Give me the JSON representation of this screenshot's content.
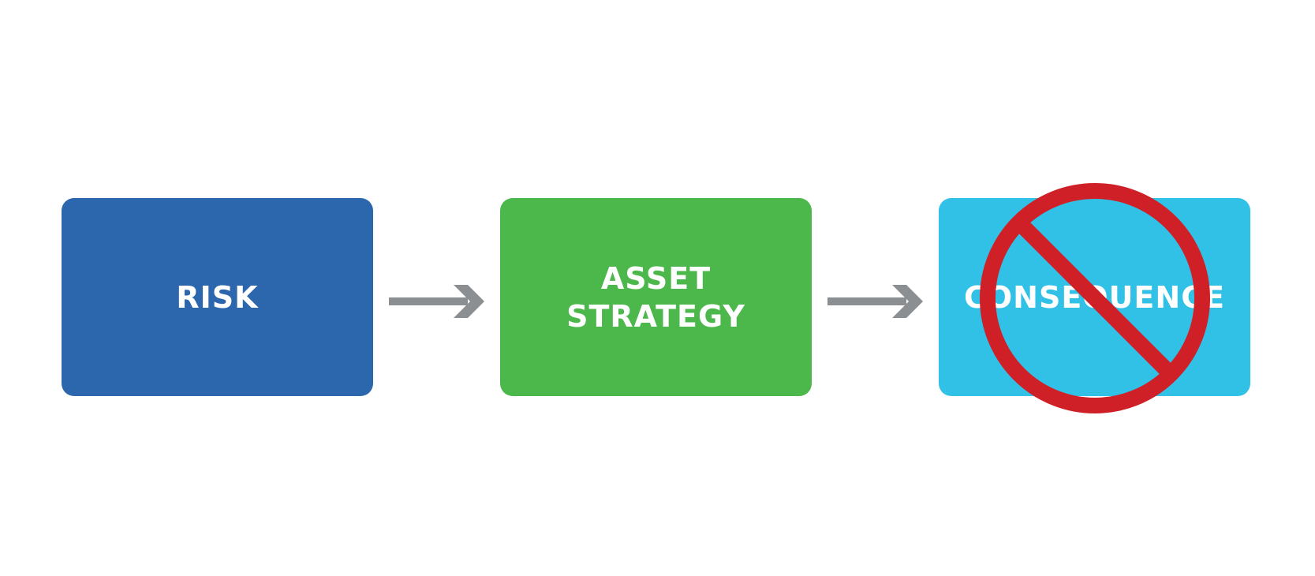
{
  "colors": {
    "risk": "#2c66ad",
    "strategy": "#4cb74b",
    "consequence": "#31c1e7",
    "arrow": "#8c8f91",
    "prohibition": "#d02027"
  },
  "nodes": [
    {
      "id": "risk",
      "lines": [
        "RISK"
      ]
    },
    {
      "id": "asset-strategy",
      "lines": [
        "ASSET",
        "STRATEGY"
      ]
    },
    {
      "id": "consequence",
      "lines": [
        "CONSEQUENCE"
      ]
    }
  ],
  "edges": [
    {
      "from": "risk",
      "to": "asset-strategy"
    },
    {
      "from": "asset-strategy",
      "to": "consequence"
    }
  ],
  "overlay": {
    "icon": "prohibition-icon",
    "target": "consequence"
  }
}
